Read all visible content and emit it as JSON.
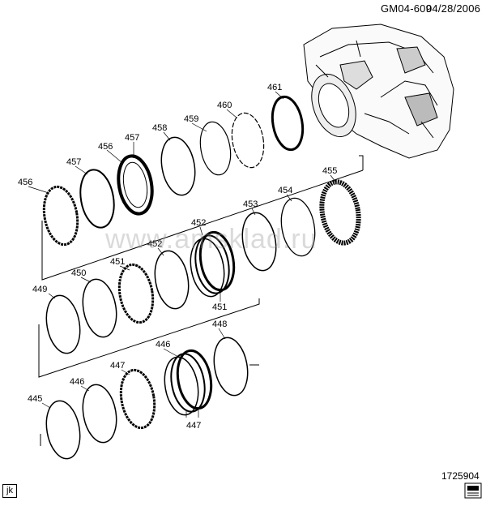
{
  "header": {
    "code": "GM04-609",
    "date": "04/28/2006"
  },
  "figure_number": "1725904",
  "corner_tag": "jk",
  "watermark": "www.amsklad.ru",
  "callouts": {
    "c461": "461",
    "c460": "460",
    "c459": "459",
    "c458": "458",
    "c457a": "457",
    "c457b": "457",
    "c456a": "456",
    "c456b": "456",
    "c455": "455",
    "c454": "454",
    "c453": "453",
    "c452a": "452",
    "c452b": "452",
    "c451a": "451",
    "c451b": "451",
    "c450": "450",
    "c449": "449",
    "c448": "448",
    "c447a": "447",
    "c447b": "447",
    "c446a": "446",
    "c446b": "446",
    "c445": "445"
  },
  "icons": {
    "logo": "manual-book-icon"
  }
}
